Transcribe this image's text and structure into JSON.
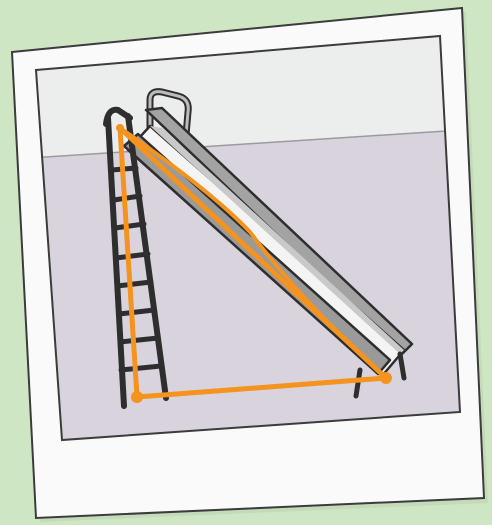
{
  "illustration": {
    "colors": {
      "background": "#cfe6c5",
      "polaroid_frame": "#fafafa",
      "frame_outline": "#3c3c3c",
      "wall": "#eceded",
      "floor": "#d8d3dc",
      "ladder": "#2e2e2e",
      "slide_metal": "#9a9a9a",
      "slide_surface": "#f4f4f4",
      "highlight_triangle": "#f5931f"
    },
    "icons": [
      "polaroid-photo",
      "playground-slide",
      "ladder",
      "right-triangle-overlay"
    ]
  }
}
